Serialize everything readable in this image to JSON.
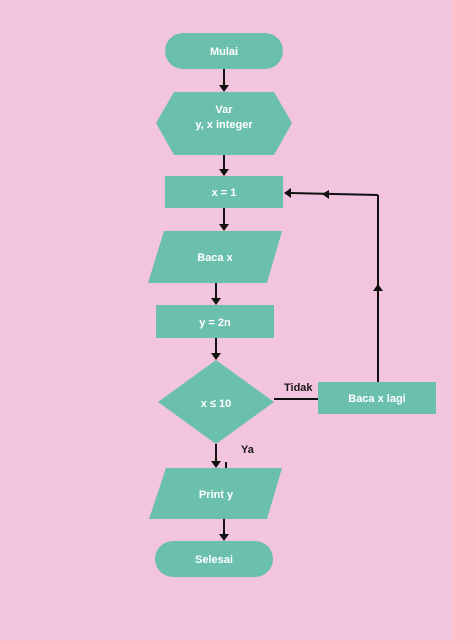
{
  "nodes": {
    "mulai": "Mulai",
    "var_line1": "Var",
    "var_line2": "y, x integer",
    "assign_x": "x = 1",
    "baca_x": "Baca x",
    "assign_y": "y = 2n",
    "decision": "x ≤ 10",
    "baca_x_lagi": "Baca x lagi",
    "print_y": "Print y",
    "selesai": "Selesai"
  },
  "edges": {
    "tidak": "Tidak",
    "ya": "Ya"
  },
  "colors": {
    "background": "#f2c4de",
    "shape_fill": "#6bbfad",
    "line": "#111111"
  }
}
